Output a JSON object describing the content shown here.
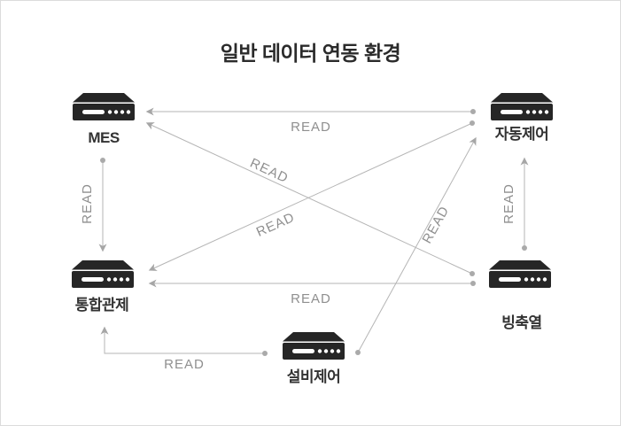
{
  "title": "일반 데이터 연동 환경",
  "nodes": {
    "mes": {
      "label": "MES"
    },
    "auto_control": {
      "label": "자동제어"
    },
    "integrated_control": {
      "label": "통합관제"
    },
    "ice_storage": {
      "label": "빙축열"
    },
    "facility_control": {
      "label": "설비제어"
    }
  },
  "edges": [
    {
      "from": "자동제어",
      "to": "MES",
      "label": "READ"
    },
    {
      "from": "MES",
      "to": "통합관제",
      "label": "READ"
    },
    {
      "from": "빙축열",
      "to": "자동제어",
      "label": "READ"
    },
    {
      "from": "빙축열",
      "to": "통합관제",
      "label": "READ"
    },
    {
      "from": "빙축열",
      "to": "MES",
      "label": "READ"
    },
    {
      "from": "자동제어",
      "to": "통합관제",
      "label": "READ"
    },
    {
      "from": "설비제어",
      "to": "자동제어",
      "label": "READ"
    },
    {
      "from": "설비제어",
      "to": "통합관제",
      "label": "READ"
    }
  ],
  "colors": {
    "background": "#ffffff",
    "border": "#dcdcdc",
    "line": "#b5b5b5",
    "arrow": "#a6a6a6",
    "edge_label_text": "#8f8f8f",
    "node_icon": "#262626",
    "node_label_text": "#333333",
    "title_text": "#2b2b2b"
  }
}
